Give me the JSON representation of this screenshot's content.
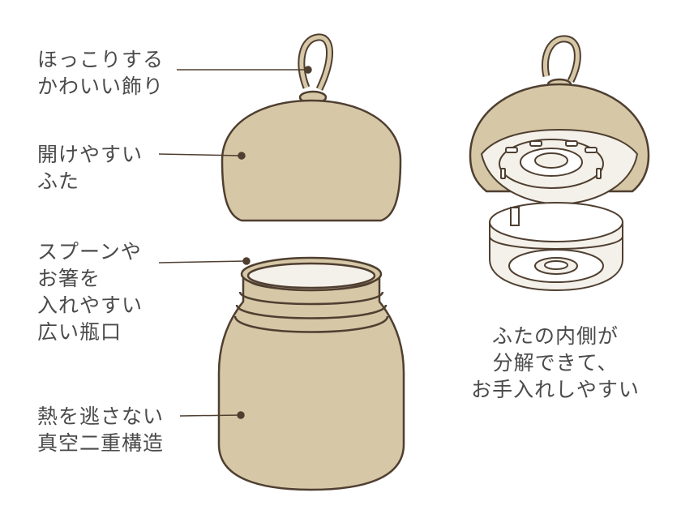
{
  "labels": {
    "charm": "ほっこりする\nかわいい飾り",
    "lid": "開けやすい\nふた",
    "mouth": "スプーンや\nお箸を\n入れやすい\n広い瓶口",
    "body": "熱を逃さない\n真空二重構造",
    "inner_lid": "ふたの内側が\n分解できて、\nお手入れしやすい"
  },
  "colors": {
    "fill": "#d6c7a6",
    "outline": "#4f3f31",
    "inner": "#f4f1ea",
    "text": "#4a4a4a"
  }
}
